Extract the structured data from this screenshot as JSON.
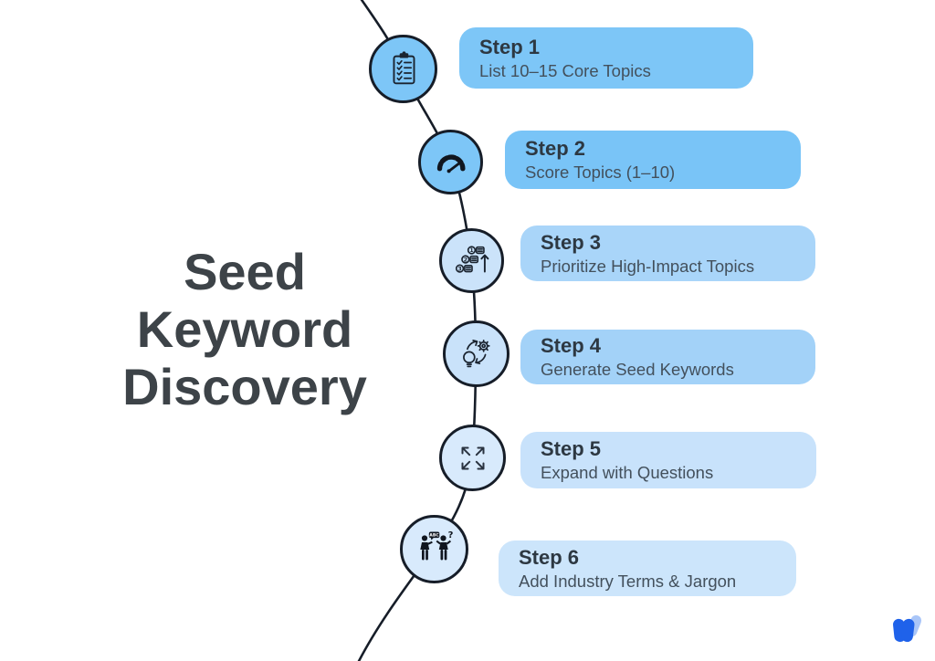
{
  "title": {
    "lines": [
      "Seed",
      "Keyword",
      "Discovery"
    ]
  },
  "steps": [
    {
      "label": "Step 1",
      "description": "List 10–15 Core Topics",
      "icon": "clipboard-checklist-icon",
      "card_color": "#7dc6f7",
      "circle_color": "#7dc6f7"
    },
    {
      "label": "Step 2",
      "description": "Score Topics (1–10)",
      "icon": "gauge-icon",
      "card_color": "#79c4f7",
      "circle_color": "#7dc6f7"
    },
    {
      "label": "Step 3",
      "description": "Prioritize High-Impact Topics",
      "icon": "ranked-list-icon",
      "card_color": "#a9d5f9",
      "circle_color": "#cbe3fa"
    },
    {
      "label": "Step 4",
      "description": "Generate Seed Keywords",
      "icon": "idea-gear-cycle-icon",
      "card_color": "#a3d2f8",
      "circle_color": "#c9e2fa"
    },
    {
      "label": "Step 5",
      "description": "Expand with Questions",
      "icon": "expand-arrows-icon",
      "card_color": "#c8e2fb",
      "circle_color": "#d8eafc"
    },
    {
      "label": "Step 6",
      "description": "Add Industry Terms & Jargon",
      "icon": "conversation-icon",
      "card_color": "#cce5fb",
      "circle_color": "#d8eafc"
    }
  ],
  "icon_glyphs": {
    "ranked_number_1": "1",
    "ranked_number_2": "2",
    "ranked_number_3": "3",
    "speech_bubble_text": "ABC",
    "question_mark": "?"
  },
  "colors": {
    "background": "#ffffff",
    "connector_line": "#161d28",
    "circle_outline": "#161d28",
    "icon_ink": "#1b2430",
    "step_label": "#2d3842",
    "step_description": "#43505c",
    "title": "#3d4348",
    "logo_primary": "#1f62ea",
    "logo_secondary": "#aac6f8"
  }
}
